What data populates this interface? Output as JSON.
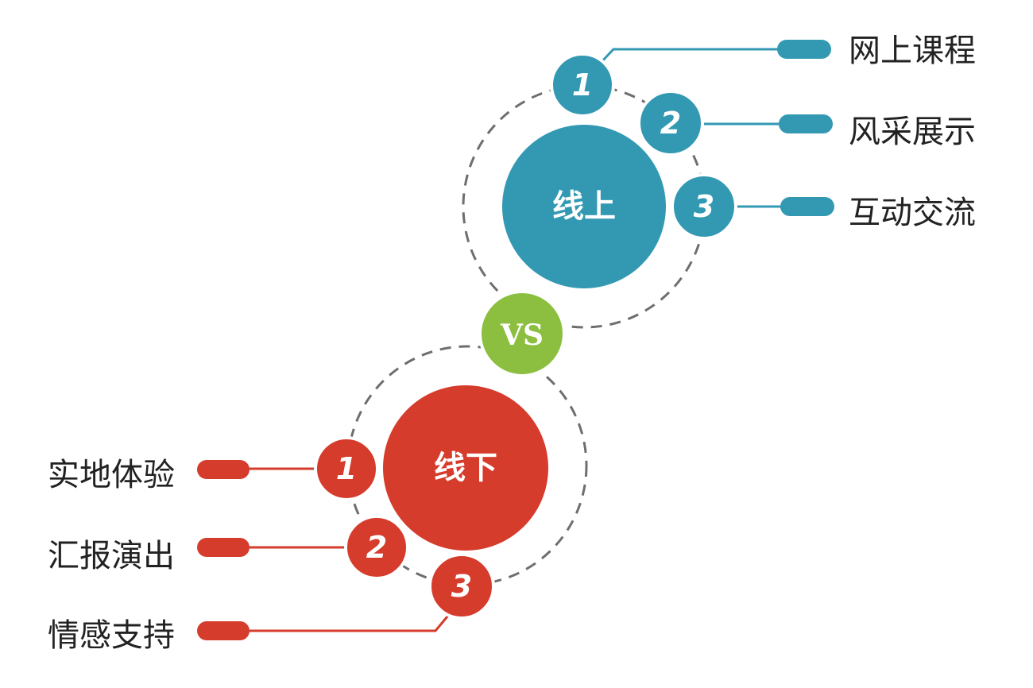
{
  "colors": {
    "online": "#3399b3",
    "offline": "#d63c2c",
    "vs": "#8cbf3f",
    "dash": "#6e6e6e",
    "text": "#222222"
  },
  "online": {
    "title": "线上",
    "items": [
      {
        "num": "1",
        "label": "网上课程"
      },
      {
        "num": "2",
        "label": "风采展示"
      },
      {
        "num": "3",
        "label": "互动交流"
      }
    ]
  },
  "vs": {
    "label": "VS"
  },
  "offline": {
    "title": "线下",
    "items": [
      {
        "num": "1",
        "label": "实地体验"
      },
      {
        "num": "2",
        "label": "汇报演出"
      },
      {
        "num": "3",
        "label": "情感支持"
      }
    ]
  }
}
